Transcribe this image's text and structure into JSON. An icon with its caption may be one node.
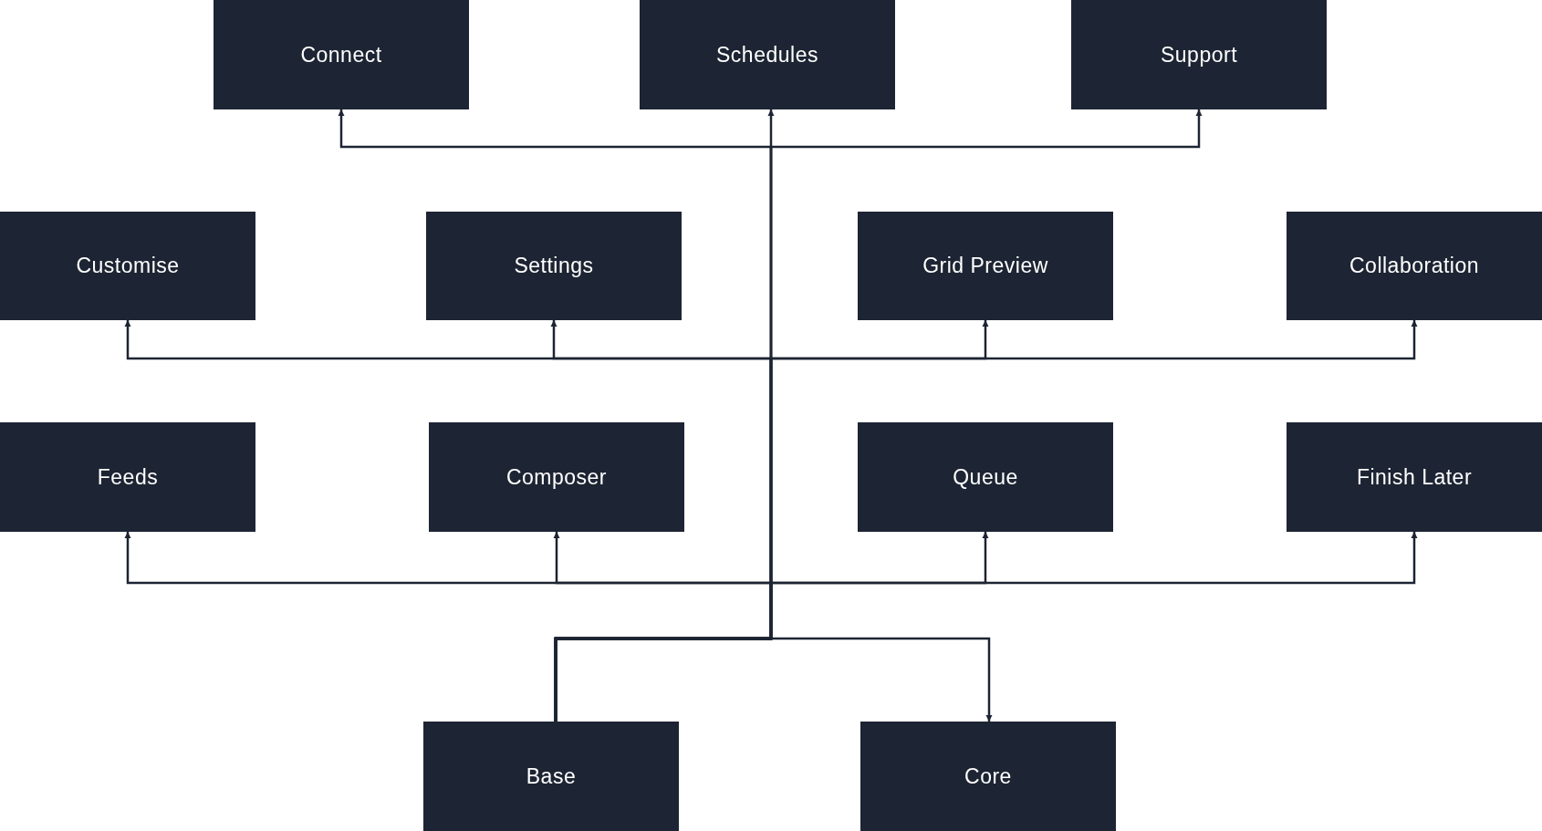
{
  "diagram": {
    "nodes": [
      {
        "text": [
          "Connect"
        ]
      },
      {
        "text": [
          "Schedules"
        ]
      },
      {
        "text": [
          "Support"
        ]
      },
      {
        "text": [
          "Customise"
        ]
      },
      {
        "text": [
          "Settings"
        ]
      },
      {
        "text": [
          "Grid Preview"
        ]
      },
      {
        "text": [
          "Collaboration"
        ]
      },
      {
        "text": [
          "Feeds"
        ]
      },
      {
        "text": [
          "Composer"
        ]
      },
      {
        "text": [
          "Queue"
        ]
      },
      {
        "text": [
          "Finish Later"
        ]
      },
      {
        "text": [
          "Base"
        ]
      },
      {
        "text": [
          "Core"
        ]
      }
    ],
    "edges": [
      {
        "from": 11,
        "to": 0,
        "arrow": "to"
      },
      {
        "from": 11,
        "to": 1,
        "arrow": "to"
      },
      {
        "from": 11,
        "to": 2,
        "arrow": "to"
      },
      {
        "from": 11,
        "to": 3,
        "arrow": "to"
      },
      {
        "from": 11,
        "to": 4,
        "arrow": "to"
      },
      {
        "from": 11,
        "to": 5,
        "arrow": "to"
      },
      {
        "from": 11,
        "to": 6,
        "arrow": "to"
      },
      {
        "from": 11,
        "to": 7,
        "arrow": "to"
      },
      {
        "from": 11,
        "to": 8,
        "arrow": "to"
      },
      {
        "from": 11,
        "to": 9,
        "arrow": "to"
      },
      {
        "from": 11,
        "to": 10,
        "arrow": "to"
      },
      {
        "from": 11,
        "to": 12,
        "arrow": "to"
      }
    ]
  }
}
